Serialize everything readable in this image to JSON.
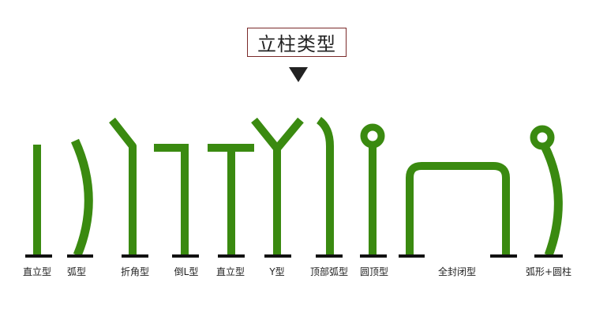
{
  "title": "立柱类型",
  "colors": {
    "post": "#3a8a10",
    "base": "#111111",
    "title_border": "#7a2a2a"
  },
  "types": [
    {
      "label": "直立型"
    },
    {
      "label": "弧型"
    },
    {
      "label": "折角型"
    },
    {
      "label": "倒L型"
    },
    {
      "label": "直立型"
    },
    {
      "label": "Y型"
    },
    {
      "label": "顶部弧型"
    },
    {
      "label": "圆顶型"
    },
    {
      "label": "全封闭型"
    },
    {
      "label": "弧形+圆柱"
    }
  ]
}
